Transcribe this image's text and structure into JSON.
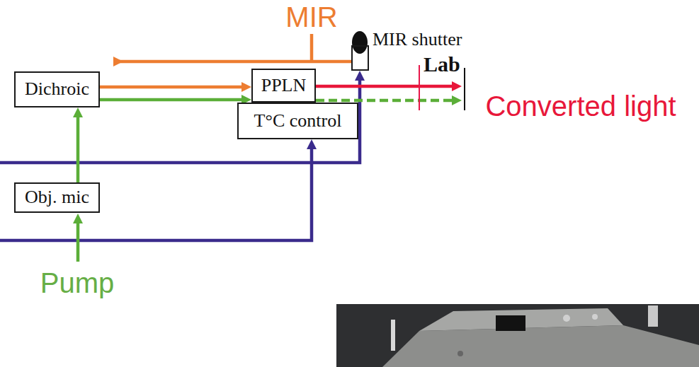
{
  "diagram": {
    "nodes": [
      {
        "text": [
          "MIR shutter"
        ]
      },
      {
        "text": [
          "Dichroic"
        ]
      },
      {
        "text": [
          "PPLN"
        ]
      },
      {
        "text": [
          "T°C control"
        ]
      },
      {
        "text": [
          "Obj. mic"
        ]
      }
    ],
    "edges": [
      {
        "from": 4,
        "to": 1,
        "arrow": "to"
      },
      {
        "from": 0,
        "to": 1,
        "arrow": "to"
      },
      {
        "from": 1,
        "to": 2,
        "arrow": "to"
      },
      {
        "from": 1,
        "to": 2,
        "arrow": "to"
      }
    ],
    "labels": [
      "MIR",
      "Lab",
      "Converted light",
      "Pump"
    ]
  }
}
